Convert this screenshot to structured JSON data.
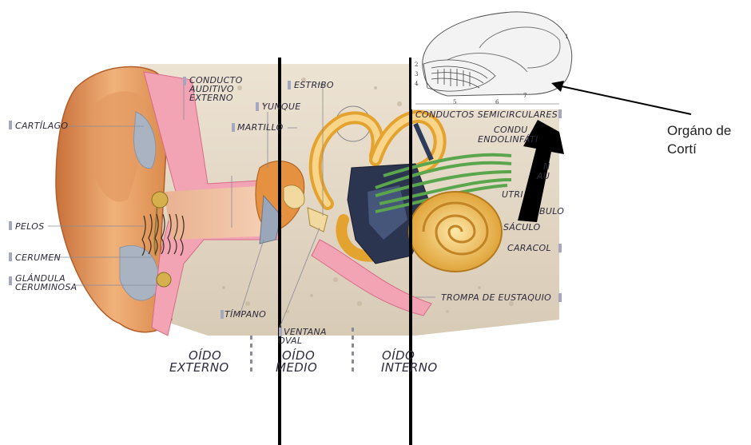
{
  "labels": {
    "cartilago": "CARTÍLAGO",
    "conducto_auditivo_externo_1": "CONDUCTO",
    "conducto_auditivo_externo_2": "AUDITIVO",
    "conducto_auditivo_externo_3": "EXTERNO",
    "estribo": "ESTRIBO",
    "yunque": "YUNQUE",
    "martillo": "MARTILLO",
    "conductos_semicirculares": "CONDUCTOS SEMICIRCULARES",
    "conducto_endolinfatico_1": "CONDU",
    "conducto_endolinfatico_2": "ENDOLINFÁTI",
    "nervio_1": "N",
    "nervio_2": "AU",
    "utriculo": "UTRI",
    "vestibulo": "BULO",
    "saculo": "SÁCULO",
    "caracol": "CARACOL",
    "pelos": "PELOS",
    "cerumen": "CERUMEN",
    "glandula_1": "GLÁNDULA",
    "glandula_2": "CERUMINOSA",
    "timpano": "TÍMPANO",
    "ventana_oval_1": "VENTANA",
    "ventana_oval_2": "OVAL",
    "trompa_eustaquio": "TROMPA DE EUSTAQUIO",
    "oido_externo_1": "OÍDO",
    "oido_externo_2": "EXTERNO",
    "oido_medio_1": "OÍDO",
    "oido_medio_2": "MEDIO",
    "oido_interno_1": "OÍDO",
    "oido_interno_2": "INTERNO"
  },
  "annotation": {
    "line1": "Orgáno de",
    "line2": "Cortí"
  },
  "inset_numbers": [
    "1",
    "2",
    "3",
    "4",
    "5",
    "6",
    "7"
  ]
}
